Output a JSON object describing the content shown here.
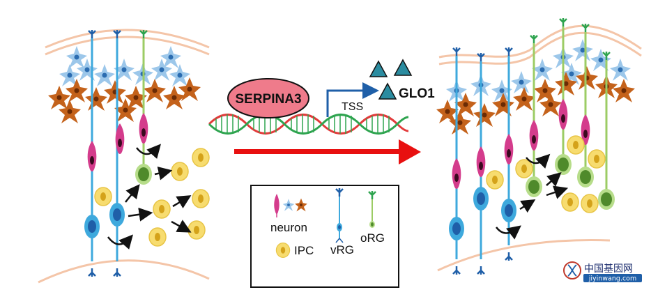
{
  "labels": {
    "serpina3": "SERPINA3",
    "tss": "TSS",
    "glo1": "GLO1"
  },
  "legend": {
    "neuron": "neuron",
    "ipc": "IPC",
    "vrg": "vRG",
    "org": "oRG"
  },
  "watermark": {
    "chinese": "中国基因网",
    "url": "jiyinwang.com"
  },
  "colors": {
    "skin": "#f4c5a8",
    "blue_neuron": "#9cc7ea",
    "brown_neuron": "#c4621b",
    "vrg": "#3ea9dd",
    "vrg_dark": "#1f5fa8",
    "org_green": "#9ccc65",
    "org_dark": "#4f8a2b",
    "ipc_yellow": "#f7dc6f",
    "ipc_core": "#d4a21a",
    "neuron_magenta": "#d43c8c",
    "arrow_red": "#e81010",
    "serpina3_fill": "#ef7b8b",
    "dna_red": "#e23b3b",
    "dna_green": "#2ea44f",
    "glo1_teal": "#2b8ca0"
  }
}
